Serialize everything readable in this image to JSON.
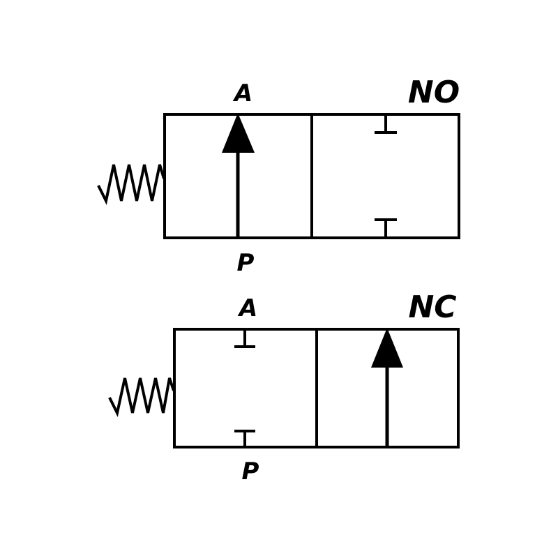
{
  "colors": {
    "stroke": "#000000",
    "background": "#ffffff"
  },
  "valves": [
    {
      "state_label": "NO",
      "top_port": "A",
      "bottom_port": "P",
      "spring": "spring-symbol",
      "left_box": "flow-arrow-up",
      "right_box": "blocked-ports"
    },
    {
      "state_label": "NC",
      "top_port": "A",
      "bottom_port": "P",
      "spring": "spring-symbol",
      "left_box": "blocked-ports",
      "right_box": "flow-arrow-up"
    }
  ]
}
